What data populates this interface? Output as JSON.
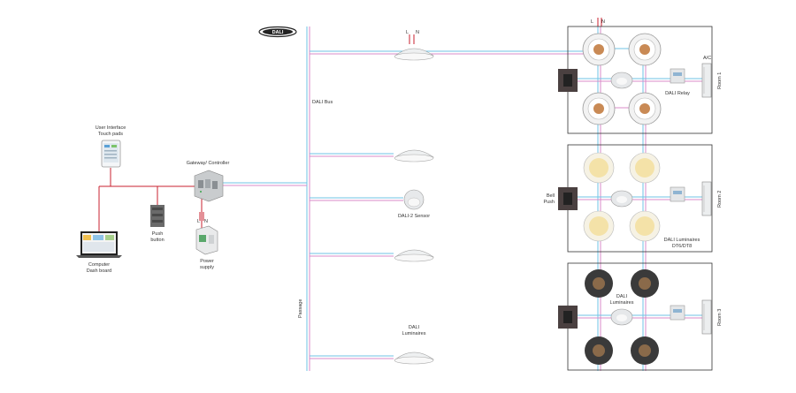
{
  "logo": {
    "text": "DALI"
  },
  "labels": {
    "ui_line1": "User Interface",
    "ui_line2": "Touch pads",
    "gateway": "Gateway/ Controller",
    "push_line1": "Push",
    "push_line2": "button",
    "computer_line1": "Computer",
    "computer_line2": "Dash board",
    "power_line1": "Power",
    "power_line2": "supply",
    "dali_bus": "DALI  Bus",
    "passage": "Passage",
    "sensor": "DALI-2 Sensor",
    "dali_lum_line1": "DALI",
    "dali_lum_line2": "Luminaires",
    "dali_relay": "DALI Relay",
    "ac": "A/C",
    "room1": "Room 1",
    "room2": "Room 2",
    "room3": "Room 3",
    "bell_line1": "Bell",
    "bell_line2": "Push",
    "dali_lum_dt_line1": "DALI Luminaires",
    "dali_lum_dt_line2": "DT6/DT8",
    "room3_lum_line1": "DALI",
    "room3_lum_line2": "Luminaires",
    "l": "L",
    "n": "N"
  },
  "colors": {
    "bus_blue": "#6fc3e6",
    "bus_pink": "#d88bc8",
    "power_red": "#c8202f",
    "room_border": "#333333"
  }
}
